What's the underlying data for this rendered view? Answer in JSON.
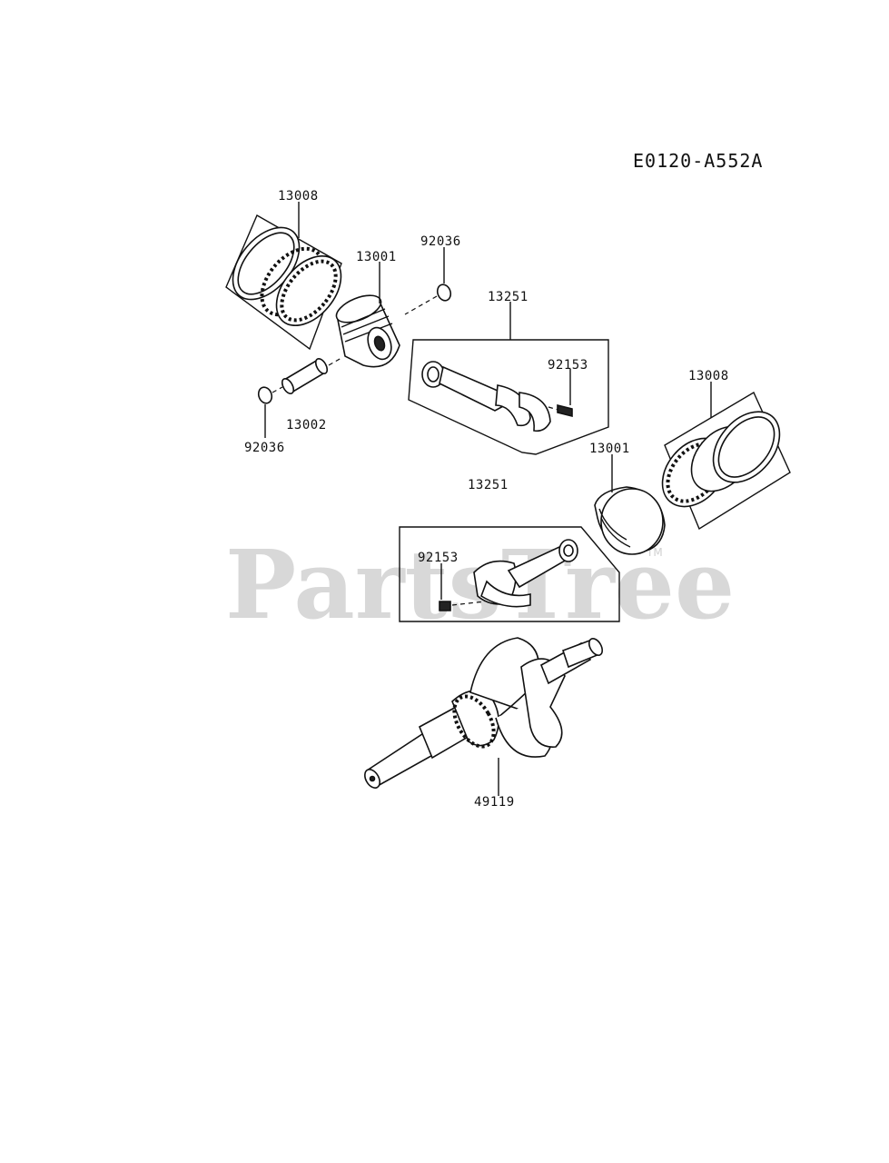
{
  "diagram": {
    "code": "E0120-A552A",
    "watermark": "PartsTree",
    "watermark_tm": "TM"
  },
  "labels": {
    "rings_left": "13008",
    "piston_left": "13001",
    "clip_top": "92036",
    "rod_top": "13251",
    "bolt_top": "92153",
    "pin": "13002",
    "clip_bottom": "92036",
    "rings_right": "13008",
    "piston_right": "13001",
    "rod_bottom": "13251",
    "bolt_bottom": "92153",
    "crankshaft": "49119"
  }
}
